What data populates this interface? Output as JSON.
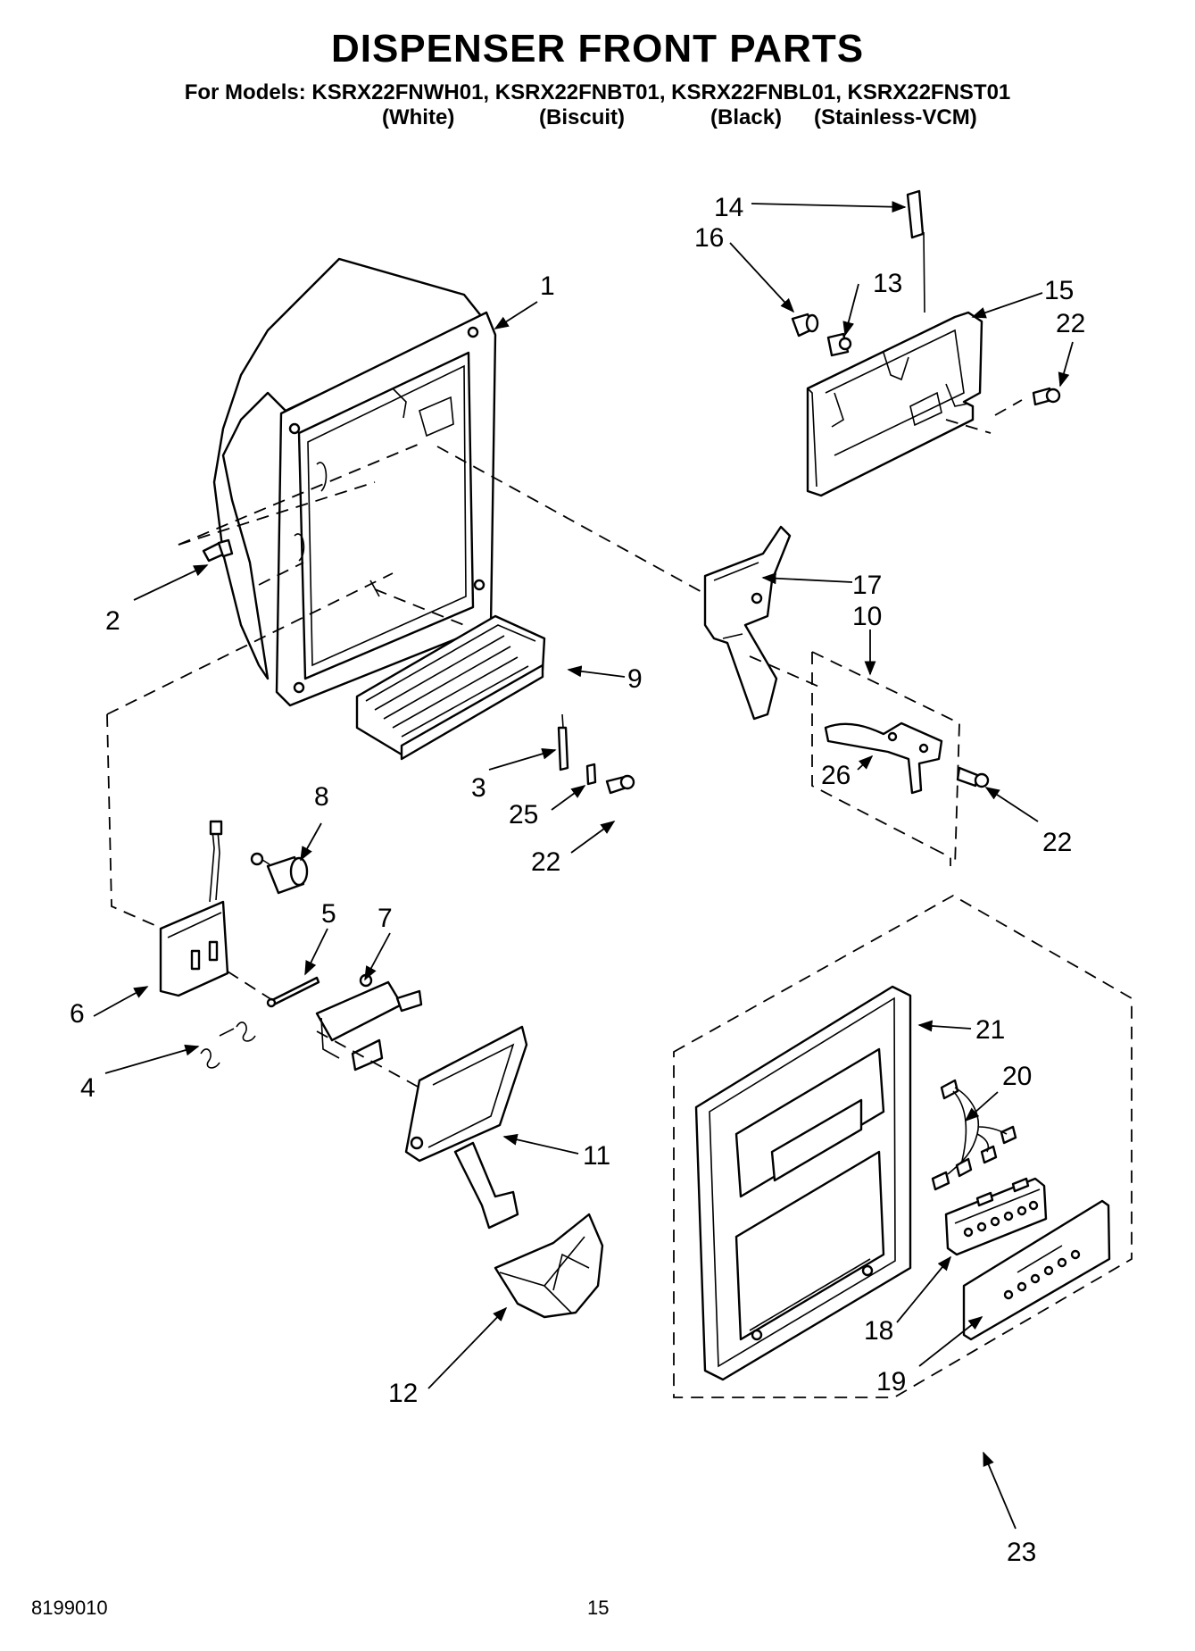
{
  "header": {
    "title": "DISPENSER FRONT PARTS",
    "models_line": "For Models: KSRX22FNWH01, KSRX22FNBT01, KSRX22FNBL01, KSRX22FNST01",
    "variants": [
      "(White)",
      "(Biscuit)",
      "(Black)",
      "(Stainless-VCM)"
    ]
  },
  "callouts": [
    "1",
    "2",
    "3",
    "4",
    "5",
    "6",
    "7",
    "8",
    "9",
    "10",
    "11",
    "12",
    "13",
    "14",
    "15",
    "16",
    "17",
    "18",
    "19",
    "20",
    "21",
    "22",
    "22",
    "22",
    "23",
    "25",
    "26"
  ],
  "footer": {
    "doc_number": "8199010",
    "page_number": "15"
  }
}
